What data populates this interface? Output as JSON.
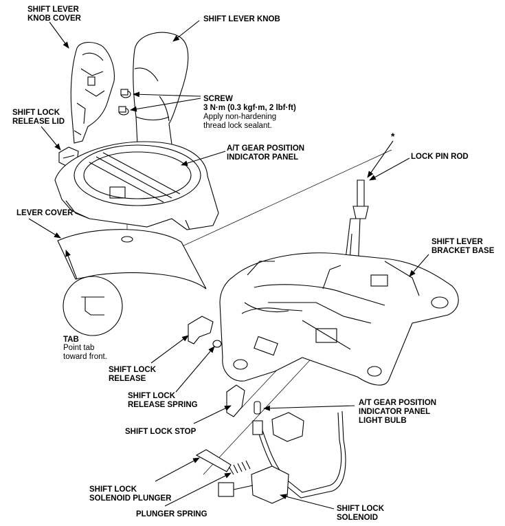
{
  "labels": {
    "knob_cover": [
      "SHIFT LEVER",
      "KNOB COVER"
    ],
    "knob": "SHIFT LEVER KNOB",
    "screw": "SCREW",
    "screw_torque": "3 N·m (0.3 kgf·m, 2 lbf·ft)",
    "screw_note": [
      "Apply non-hardening",
      "thread lock sealant."
    ],
    "release_lid": [
      "SHIFT LOCK",
      "RELEASE LID"
    ],
    "indicator_panel": [
      "A/T GEAR POSITION",
      "INDICATOR PANEL"
    ],
    "asterisk": "*",
    "lock_pin_rod": "LOCK PIN ROD",
    "lever_cover": "LEVER COVER",
    "bracket_base": [
      "SHIFT LEVER",
      "BRACKET BASE"
    ],
    "tab": "TAB",
    "tab_note": [
      "Point tab",
      "toward front."
    ],
    "release": [
      "SHIFT LOCK",
      "RELEASE"
    ],
    "release_spring": [
      "SHIFT LOCK",
      "RELEASE SPRING"
    ],
    "light_bulb": [
      "A/T GEAR POSITION",
      "INDICATOR PANEL",
      "LIGHT BULB"
    ],
    "lock_stop": "SHIFT LOCK STOP",
    "solenoid_plunger": [
      "SHIFT LOCK",
      "SOLENOID PLUNGER"
    ],
    "plunger_spring": "PLUNGER SPRING",
    "solenoid": [
      "SHIFT LOCK",
      "SOLENOID"
    ]
  }
}
